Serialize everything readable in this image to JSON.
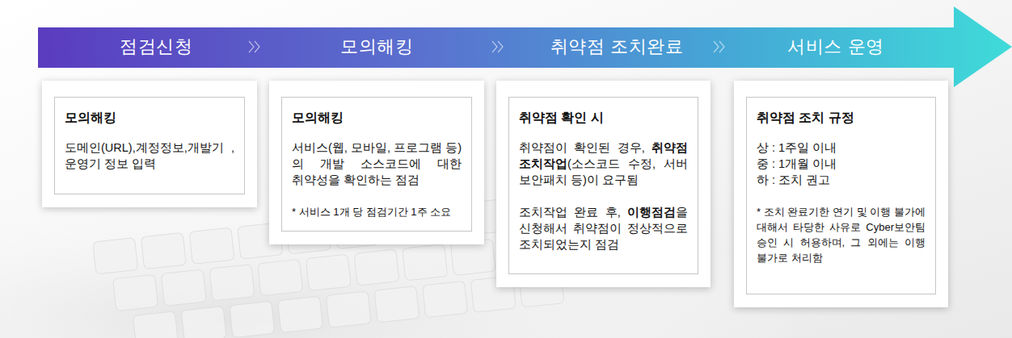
{
  "diagram": {
    "nodes": [
      {
        "text": [
          "점검신청",
          "모의해킹",
          "취약점 조치완료",
          "서비스 운영"
        ]
      },
      {
        "text": [
          "모의해킹",
          "도메인(URL),계정정보,개발기 ,운영기 정보 입력"
        ]
      },
      {
        "text": [
          "모의해킹",
          "서비스(웹, 모바일, 프로그램 등)의 개발 소스코드에 대한 취약성을 확인하는 점검",
          "* 서비스 1개 당 점검기간 1주 소요"
        ]
      },
      {
        "text": [
          "취약점 확인 시",
          "취약점이 확인된 경우, 취약점 조치작업(소스코드 수정, 서버 보안패치 등)이 요구됨",
          "조치작업 완료 후, 이행점검을 신청해서 취약점이 정상적으로 조치되었는지 점검"
        ]
      },
      {
        "text": [
          "취약점 조치 규정",
          "상 : 1주일 이내",
          "중 : 1개월 이내",
          "하 : 조치 권고",
          "* 조치 완료기한 연기 및 이행 불가에 대해서 타당한 사유로 Cyber보안팀 승인 시 허용하며, 그 외에는 이행 불가로 처리함"
        ]
      }
    ]
  }
}
